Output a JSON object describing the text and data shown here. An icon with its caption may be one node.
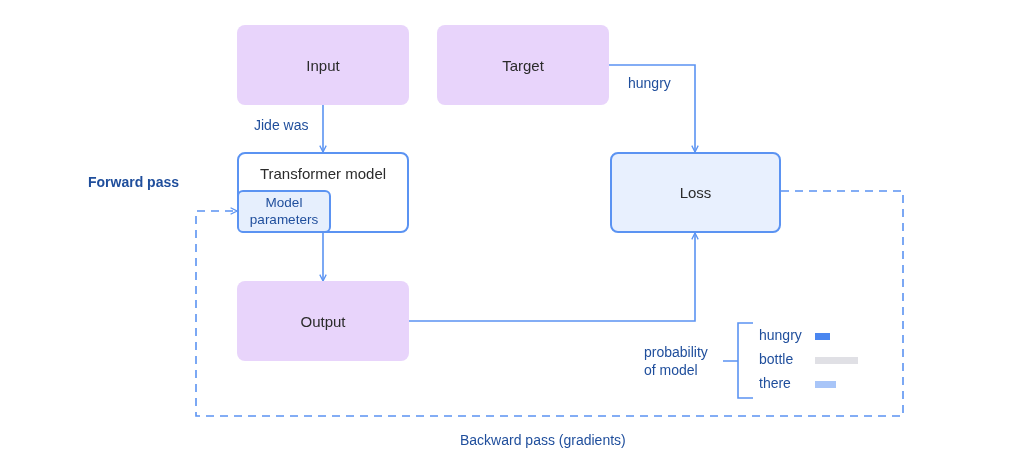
{
  "diagram": {
    "nodes": [
      {
        "text": [
          "Input"
        ]
      },
      {
        "text": [
          "Target"
        ]
      },
      {
        "text": [
          "Transformer model"
        ]
      },
      {
        "text": [
          "Model parameters"
        ],
        "in": 2
      },
      {
        "text": [
          "Loss"
        ]
      },
      {
        "text": [
          "Output"
        ]
      }
    ],
    "edges": [
      {
        "from": 0,
        "to": 2,
        "arrow": "to",
        "label": "Jide was"
      },
      {
        "from": 1,
        "to": 4,
        "arrow": "to",
        "label": "hungry"
      },
      {
        "from": 2,
        "to": 5,
        "arrow": "to"
      },
      {
        "from": 5,
        "to": 4,
        "arrow": "to"
      },
      {
        "from": 4,
        "to": 3,
        "arrow": "to",
        "style": "dashed",
        "label": "Backward pass (gradients)"
      }
    ],
    "labels": [
      "Forward pass",
      "probability of model",
      "hungry",
      "bottle",
      "there"
    ]
  }
}
